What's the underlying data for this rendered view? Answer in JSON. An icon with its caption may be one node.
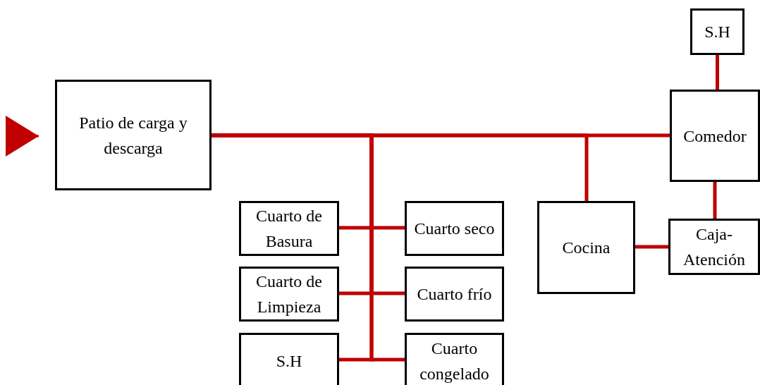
{
  "diagram": {
    "nodes": [
      {
        "text": [
          "Patio de carga y descarga"
        ]
      },
      {
        "text": [
          "S.H"
        ]
      },
      {
        "text": [
          "Comedor"
        ]
      },
      {
        "text": [
          "Cuarto de Basura"
        ]
      },
      {
        "text": [
          "Cuarto seco"
        ]
      },
      {
        "text": [
          "Cocina"
        ]
      },
      {
        "text": [
          "Caja-Atención"
        ]
      },
      {
        "text": [
          "Cuarto de Limpieza"
        ]
      },
      {
        "text": [
          "Cuarto frío"
        ]
      },
      {
        "text": [
          "S.H"
        ]
      },
      {
        "text": [
          "Cuarto congelado"
        ]
      }
    ],
    "edges": [
      {
        "from": null,
        "to": 0,
        "arrow": "to"
      },
      {
        "from": 0,
        "to": 2,
        "arrow": "none"
      },
      {
        "from": 0,
        "to": 5,
        "arrow": "none"
      },
      {
        "from": 0,
        "to": 3,
        "arrow": "none"
      },
      {
        "from": 0,
        "to": 4,
        "arrow": "none"
      },
      {
        "from": 0,
        "to": 7,
        "arrow": "none"
      },
      {
        "from": 0,
        "to": 8,
        "arrow": "none"
      },
      {
        "from": 0,
        "to": 9,
        "arrow": "none"
      },
      {
        "from": 0,
        "to": 10,
        "arrow": "none"
      },
      {
        "from": 1,
        "to": 2,
        "arrow": "none"
      },
      {
        "from": 2,
        "to": 6,
        "arrow": "none"
      },
      {
        "from": 5,
        "to": 6,
        "arrow": "none"
      }
    ]
  }
}
